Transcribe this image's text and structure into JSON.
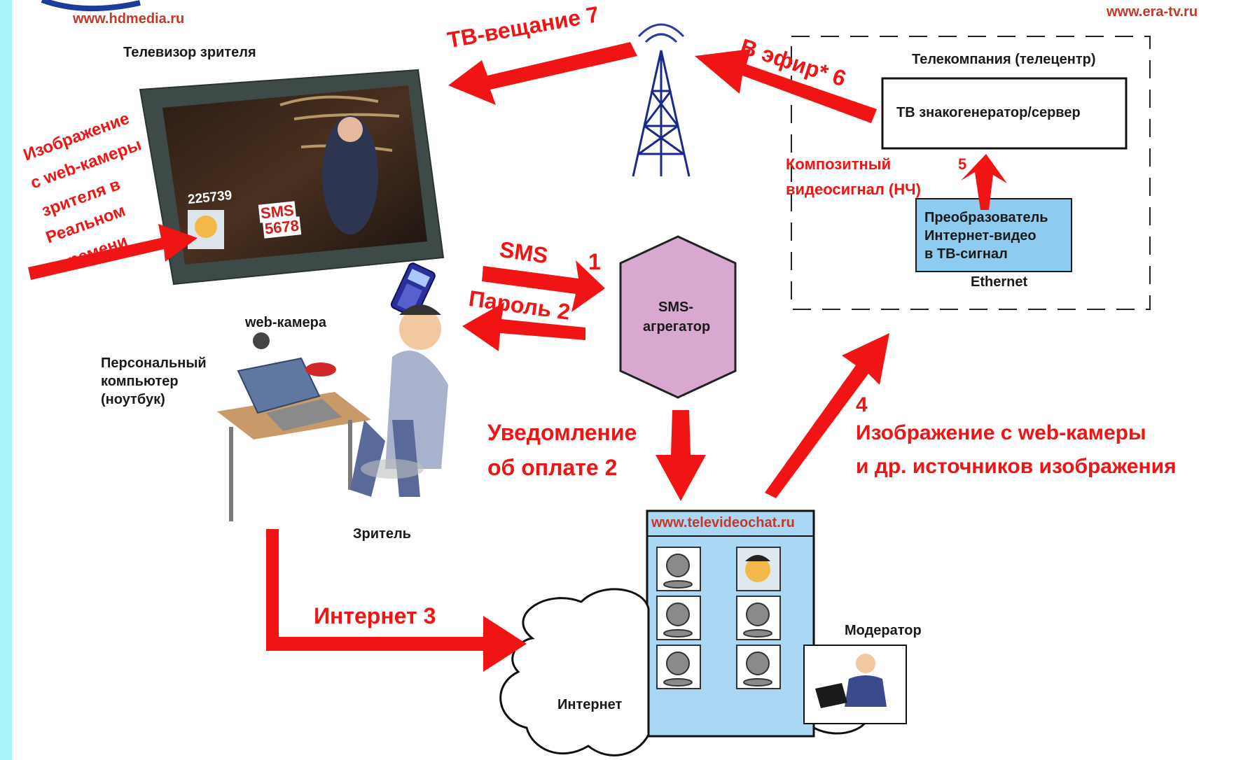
{
  "urls": {
    "hdmedia": "www.hdmedia.ru",
    "era": "www.era-tv.ru",
    "site": "www.televideochat.ru"
  },
  "labels": {
    "tv": "Телевизор зрителя",
    "tvcompany": "Телекомпания (телецентр)",
    "server": "ТВ знакогенератор/сервер",
    "composite_1": "Композитный",
    "composite_num": "5",
    "composite_2": "видеосигнал (НЧ)",
    "converter_1": "Преобразователь",
    "converter_2": "Интернет-видео",
    "converter_3": "в ТВ-сигнал",
    "ethernet": "Ethernet",
    "sms_agg_1": "SMS-",
    "sms_agg_2": "агрегатор",
    "webcam": "web-камера",
    "pc_1": "Персональный",
    "pc_2": "компьютер",
    "pc_3": "(ноутбук)",
    "viewer": "Зритель",
    "moderator": "Модератор",
    "internet_cloud": "Интернет",
    "tv_id": "225739",
    "tv_sms_1": "SMS",
    "tv_sms_2": "5678"
  },
  "arrows": {
    "tv_broadcast": "ТВ-вещание  7",
    "on_air": "В эфир* 6",
    "sms": "SMS",
    "sms_num": "1",
    "password": "Пароль 2",
    "notify_1": "Уведомление",
    "notify_2": "об оплате  2",
    "internet": "Интернет  3",
    "image_num": "4",
    "image_1": "Изображение с web-камеры",
    "image_2": "и др. источников изображения",
    "left_1": "Изображение",
    "left_2": "с web-камеры",
    "left_3": "зрителя в",
    "left_4": "Реальном",
    "left_5": "времени"
  },
  "colors": {
    "arrow": "#f01414",
    "strip": "#a7f4f8",
    "hexagon": "#d8a8d0",
    "converter": "#8ecbf0",
    "site_panel": "#aad8f4"
  },
  "icons": [
    "antenna-tower-icon",
    "mobile-phone-icon",
    "webcam-icon",
    "cloud-icon",
    "moderator-icon",
    "user-avatar-icon"
  ]
}
